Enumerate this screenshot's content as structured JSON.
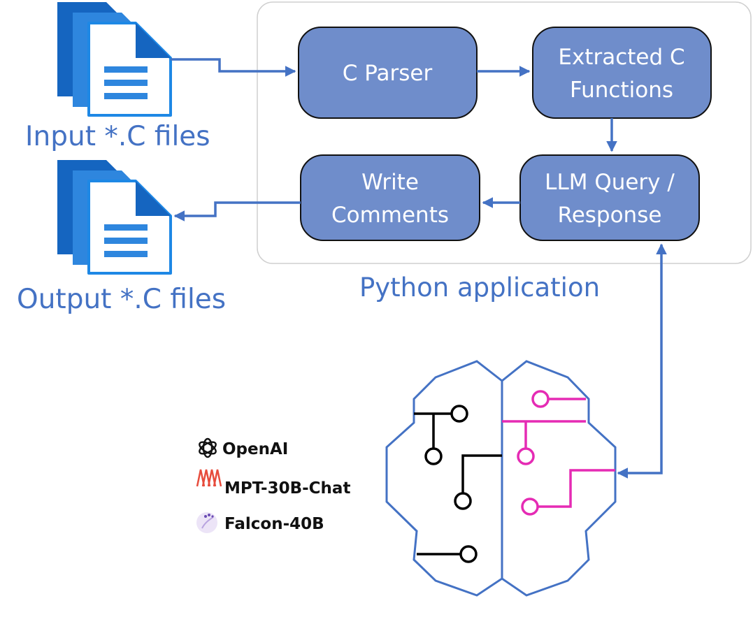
{
  "colors": {
    "node_fill": "#6f8dcb",
    "arrow": "#4472c4",
    "file_icon": "#2e86de",
    "brain_outline": "#4472c4",
    "circuit_left": "#000000",
    "circuit_right": "#e52bb4"
  },
  "input_files": {
    "label": "Input *.C files",
    "icon": "document-stack-icon"
  },
  "output_files": {
    "label": "Output *.C files",
    "icon": "document-stack-icon"
  },
  "application": {
    "label": "Python application",
    "nodes": {
      "parser": {
        "lines": [
          "C Parser"
        ]
      },
      "extracted": {
        "lines": [
          "Extracted C",
          "Functions"
        ]
      },
      "llm": {
        "lines": [
          "LLM Query /",
          "Response"
        ]
      },
      "write": {
        "lines": [
          "Write",
          "Comments"
        ]
      }
    }
  },
  "llm_models": [
    {
      "name": "OpenAI",
      "icon": "openai-logo-icon"
    },
    {
      "name": "MPT-30B-Chat",
      "icon": "mosaicml-logo-icon"
    },
    {
      "name": "Falcon-40B",
      "icon": "falcon-logo-icon"
    }
  ],
  "brain_icon": "brain-circuit-icon"
}
